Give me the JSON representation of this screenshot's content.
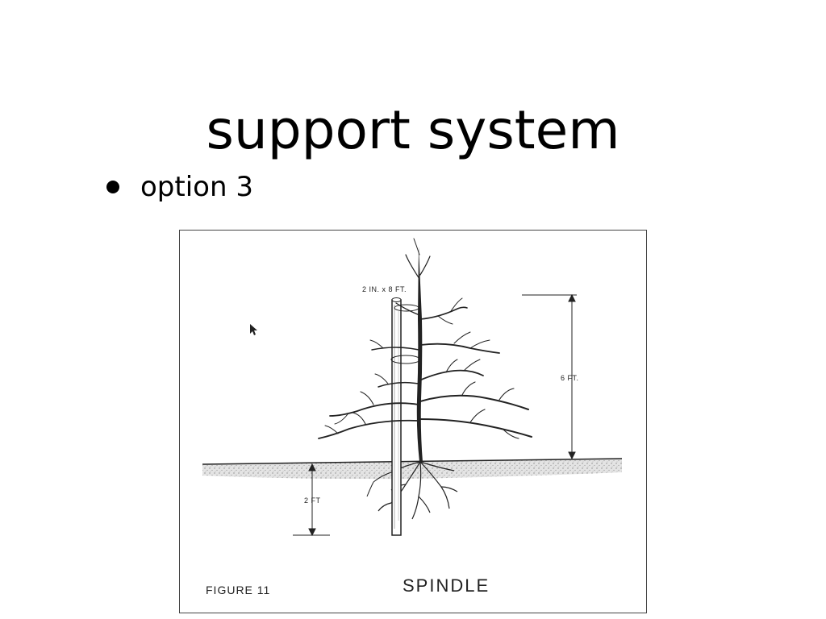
{
  "slide": {
    "title": "support system",
    "bullets": [
      {
        "text": "option 3"
      }
    ]
  },
  "figure": {
    "figure_number": "FIGURE  11",
    "caption": "SPINDLE",
    "post_label": "2 IN. x 8 FT.",
    "height_label": "6 FT.",
    "depth_label": "2 FT"
  }
}
